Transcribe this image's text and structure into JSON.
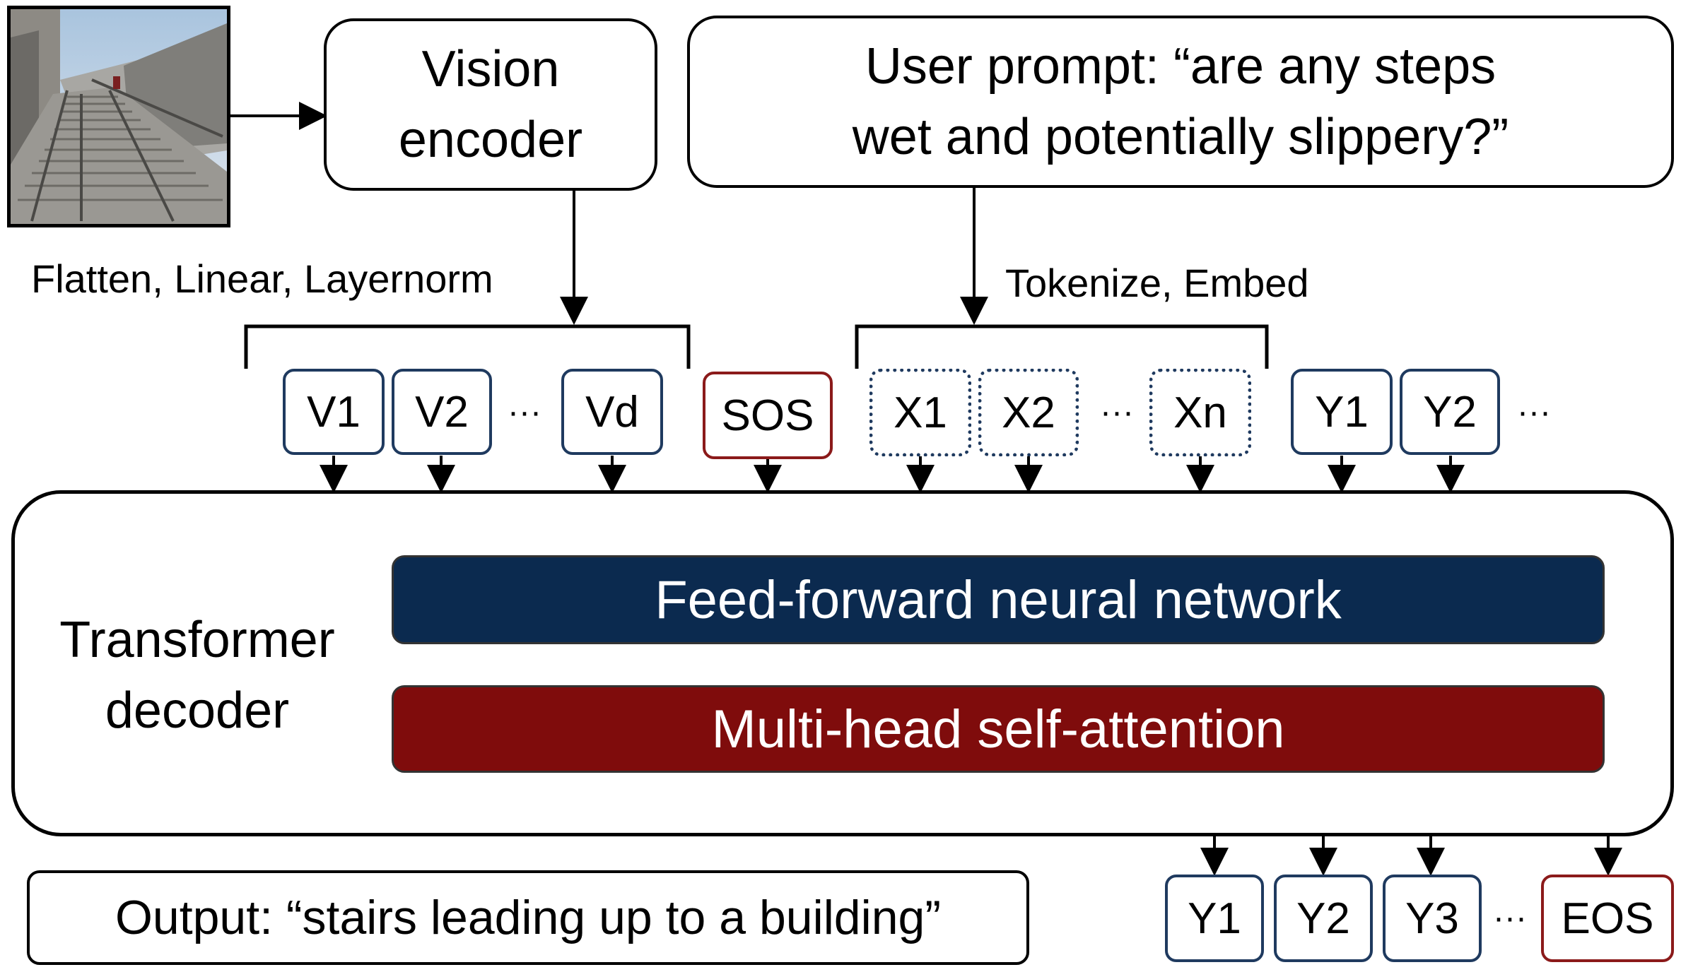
{
  "input_image": {
    "icon": "stairs-photo-icon"
  },
  "vision_encoder": {
    "line1": "Vision",
    "line2": "encoder"
  },
  "user_prompt": {
    "line1": "User prompt: “are any steps",
    "line2": "wet and potentially slippery?”"
  },
  "labels": {
    "flatten": "Flatten, Linear, Layernorm",
    "tokenize": "Tokenize, Embed"
  },
  "input_tokens": {
    "vision": [
      "V1",
      "V2",
      "Vd"
    ],
    "sos": "SOS",
    "text": [
      "X1",
      "X2",
      "Xn"
    ],
    "prev_output": [
      "Y1",
      "Y2"
    ],
    "ellipsis": "···"
  },
  "decoder": {
    "label_line1": "Transformer",
    "label_line2": "decoder",
    "ffn": "Feed-forward neural network",
    "mhsa": "Multi-head self-attention"
  },
  "output": {
    "text": "Output: “stairs leading up to a building”",
    "tokens": [
      "Y1",
      "Y2",
      "Y3"
    ],
    "eos": "EOS"
  },
  "colors": {
    "navy": "#0b2a4f",
    "maroon": "#7f0c0c",
    "token_border_blue": "#1f3a5f",
    "token_border_red": "#8b1a1a"
  }
}
